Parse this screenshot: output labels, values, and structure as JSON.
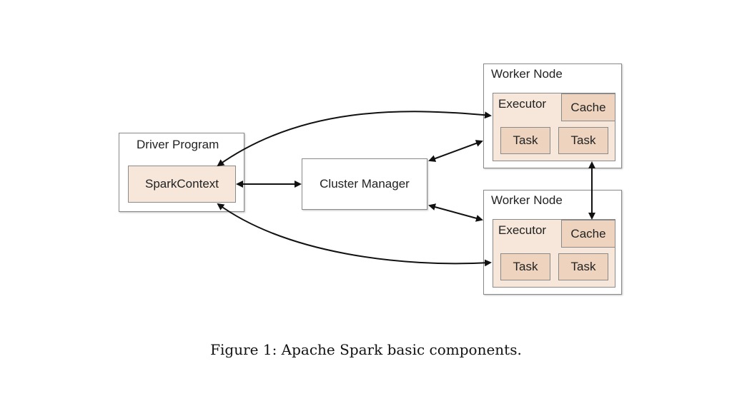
{
  "driver": {
    "title": "Driver Program",
    "spark_context": "SparkContext"
  },
  "cluster_manager": {
    "label": "Cluster Manager"
  },
  "workers": [
    {
      "title": "Worker Node",
      "executor_label": "Executor",
      "cache_label": "Cache",
      "tasks": [
        "Task",
        "Task"
      ]
    },
    {
      "title": "Worker Node",
      "executor_label": "Executor",
      "cache_label": "Cache",
      "tasks": [
        "Task",
        "Task"
      ]
    }
  ],
  "caption": "Figure 1:  Apache Spark basic components.",
  "colors": {
    "box_border": "#8a8a8a",
    "light_tan": "#f6e7da",
    "dark_tan": "#eed4bf",
    "arrow": "#111111"
  }
}
